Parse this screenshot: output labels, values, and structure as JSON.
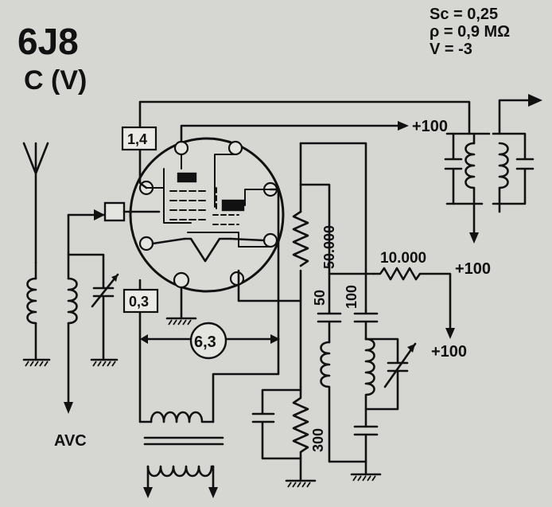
{
  "tube": {
    "type": "6J8",
    "subtitle": "C (V)"
  },
  "parameters": {
    "line1": "Sc = 0,25",
    "line2": "ρ = 0,9 MΩ",
    "line3": "V = -3"
  },
  "labels": {
    "plus100_top": "+100",
    "plus100_if": "+100",
    "plus100_right": "+100",
    "voltage_1_4": "1,4",
    "voltage_0_3": "0,3",
    "heater_6_3": "6,3",
    "res_50000": "50.000",
    "res_10000": "10.000",
    "res_300": "300",
    "cap_50": "50",
    "cap_100": "100",
    "avc": "AVC"
  }
}
